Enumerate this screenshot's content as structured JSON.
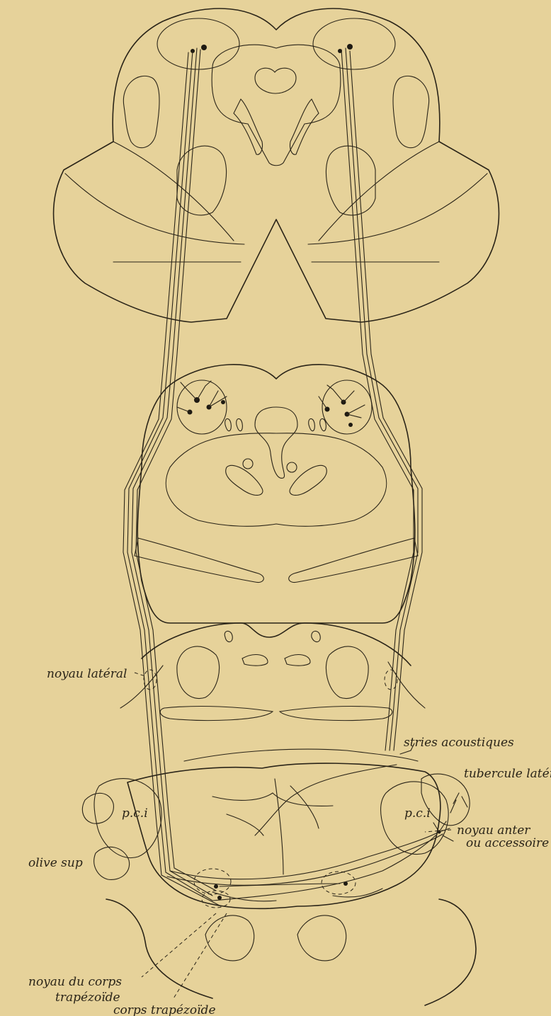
{
  "labels": {
    "noyau_lateral": "noyau latéral",
    "stries_acoustiques": "stries acoustiques",
    "tubercule_lateral": "tubercule latéral",
    "pci_left": "p.c.i",
    "pci_right": "p.c.i",
    "noyau_anter_line1": "noyau anter",
    "noyau_anter_line2": "ou accessoire",
    "olive_sup": "olive sup",
    "noyau_corps_line1": "noyau du corps",
    "noyau_corps_line2": "trapézoïde",
    "corps_trapezoide": "corps trapézoïde"
  },
  "colors": {
    "paper": "#e6d29a",
    "ink": "#2a2418"
  }
}
